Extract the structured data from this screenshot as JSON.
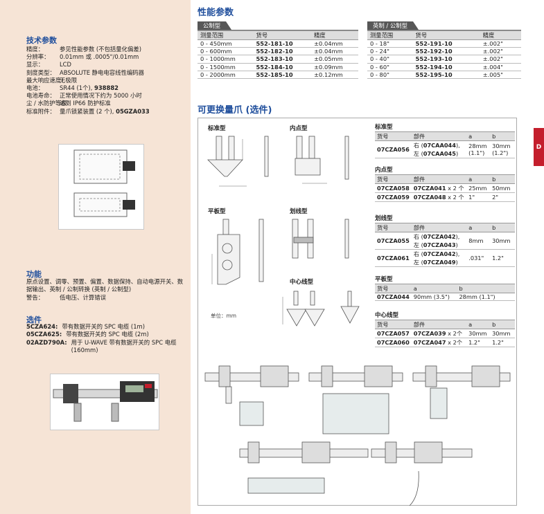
{
  "left": {
    "spec_title": "技术参数",
    "specs": [
      {
        "k": "精度：",
        "v": "参见性能参数 (不包括量化偏差)"
      },
      {
        "k": "分辨率：",
        "v": "0.01mm 或 .0005\"/0.01mm"
      },
      {
        "k": "显示：",
        "v": "LCD"
      },
      {
        "k": "刻度类型：",
        "v": "ABSOLUTE 静电电容线性编码器"
      },
      {
        "k": "最大响应速度：",
        "v": "无极限"
      },
      {
        "k": "电池：",
        "v": "SR44 (1个), ",
        "vb": "938882"
      },
      {
        "k": "电池寿命：",
        "v": "正常使用情况下约为 5000 小时"
      },
      {
        "k": "尘 / 水防护等级：",
        "v": "达到 IP66 防护标准"
      },
      {
        "k": "标准附件：",
        "v": "量爪锁紧装置 (2 个), ",
        "vb": "05GZA033"
      }
    ],
    "func_title": "功能",
    "func_text": "原点设置、调零、预置、偏置、数据保持、自动电源开关、数据输出、英制 / 公制转换 (英制 / 公制型)",
    "func_alarm_k": "警告：",
    "func_alarm_v": "低电压、计算错误",
    "opt_title": "选件",
    "options": [
      {
        "code": "5CZA624:",
        "desc": "带有数据开关的 SPC 电缆 (1m)"
      },
      {
        "code": "05CZA625:",
        "desc": "带有数据开关的 SPC 电缆 (2m)"
      },
      {
        "code": "02AZD790A:",
        "desc": "用于 U-WAVE 带有数据开关的 SPC 电缆 (160mm)"
      }
    ]
  },
  "perf": {
    "title": "性能参数",
    "metric": {
      "tab": "公制型",
      "headers": [
        "测量范围",
        "货号",
        "精度"
      ],
      "rows": [
        [
          "0 - 450mm",
          "552-181-10",
          "±0.04mm"
        ],
        [
          "0 - 600mm",
          "552-182-10",
          "±0.04mm"
        ],
        [
          "0 - 1000mm",
          "552-183-10",
          "±0.05mm"
        ],
        [
          "0 - 1500mm",
          "552-184-10",
          "±0.09mm"
        ],
        [
          "0 - 2000mm",
          "552-185-10",
          "±0.12mm"
        ]
      ]
    },
    "inch": {
      "tab": "英制 / 公制型",
      "headers": [
        "测量范围",
        "货号",
        "精度"
      ],
      "rows": [
        [
          "0 - 18\"",
          "552-191-10",
          "±.002\""
        ],
        [
          "0 - 24\"",
          "552-192-10",
          "±.002\""
        ],
        [
          "0 - 40\"",
          "552-193-10",
          "±.002\""
        ],
        [
          "0 - 60\"",
          "552-194-10",
          "±.004\""
        ],
        [
          "0 - 80\"",
          "552-195-10",
          "±.005\""
        ]
      ]
    }
  },
  "jaws": {
    "title": "可更换量爪 (选件)",
    "diag_labels": {
      "std": "标准型",
      "inner": "内点型",
      "flat": "平板型",
      "scribe": "划线型",
      "center": "中心线型",
      "unit": "单位：mm"
    },
    "std": {
      "title": "标准型",
      "headers": [
        "货号",
        "部件",
        "a",
        "b"
      ],
      "rows": [
        {
          "no": "07CZA056",
          "p1": "右 (",
          "p1b": "07CAA044",
          "p1e": "),",
          "p2": "左 (",
          "p2b": "07CAA045",
          "p2e": ")",
          "a": "28mm",
          "a2": "(1.1\")",
          "b": "30mm",
          "b2": "(1.2\")"
        }
      ]
    },
    "inner": {
      "title": "内点型",
      "headers": [
        "货号",
        "部件",
        "a",
        "b"
      ],
      "rows": [
        {
          "no": "07CZA058",
          "pb": "07CZA041",
          "pt": " x 2 个",
          "a": "25mm",
          "b": "50mm"
        },
        {
          "no": "07CZA059",
          "pb": "07CZA048",
          "pt": " x 2 个",
          "a": "1\"",
          "b": "2\""
        }
      ]
    },
    "scribe": {
      "title": "划线型",
      "headers": [
        "货号",
        "部件",
        "a",
        "b"
      ],
      "rows": [
        {
          "no": "07CZA055",
          "p1": "右 (",
          "p1b": "07CZA042",
          "p1e": "),",
          "p2": "左 (",
          "p2b": "07CZA043",
          "p2e": ")",
          "a": "8mm",
          "b": "30mm"
        },
        {
          "no": "07CZA061",
          "p1": "右 (",
          "p1b": "07CZA042",
          "p1e": "),",
          "p2": "左 (",
          "p2b": "07CZA049",
          "p2e": ")",
          "a": ".031\"",
          "b": "1.2\""
        }
      ]
    },
    "flat": {
      "title": "平板型",
      "headers": [
        "货号",
        "a",
        "b"
      ],
      "rows": [
        {
          "no": "07CZA044",
          "a": "90mm (3.5\")",
          "b": "28mm (1.1\")"
        }
      ]
    },
    "center": {
      "title": "中心线型",
      "headers": [
        "货号",
        "部件",
        "a",
        "b"
      ],
      "rows": [
        {
          "no": "07CZA057",
          "pb": "07CZA039",
          "pt": " x 2个",
          "a": "30mm",
          "b": "30mm"
        },
        {
          "no": "07CZA060",
          "pb": "07CZA047",
          "pt": " x 2个",
          "a": "1.2\"",
          "b": "1.2\""
        }
      ]
    }
  },
  "side_tab": "D"
}
